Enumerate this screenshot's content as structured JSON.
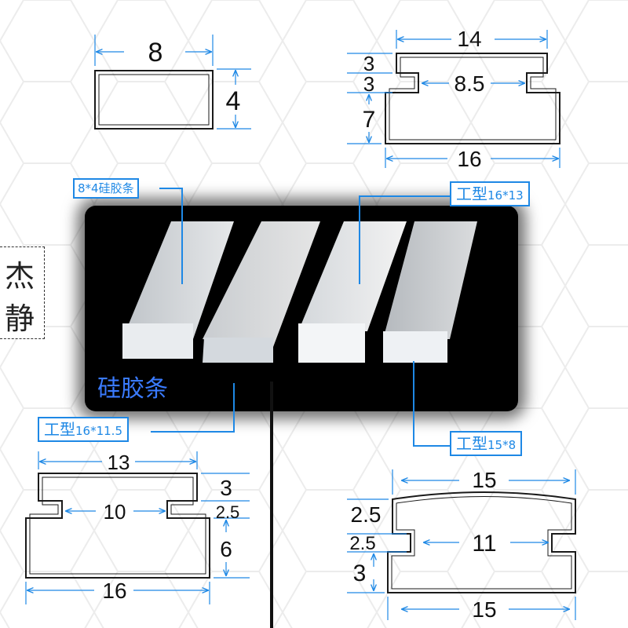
{
  "diagrams": {
    "rect_8x4": {
      "width": "8",
      "height": "4"
    },
    "i_16x13": {
      "top": "14",
      "neck": "8.5",
      "bottom": "16",
      "h1": "3",
      "h2": "3",
      "h3": "7"
    },
    "i_16x115": {
      "top": "13",
      "neck": "10",
      "bottom": "16",
      "h1": "3",
      "h2": "2.5",
      "h3": "6"
    },
    "i_15x8": {
      "top": "15",
      "neck": "11",
      "bottom": "15",
      "h1": "2.5",
      "h2": "2.5",
      "h3": "3"
    }
  },
  "callouts": {
    "rect": {
      "text": "8*4硅胶条"
    },
    "i1613": {
      "prefix": "工型",
      "suffix": "16*13"
    },
    "i16115": {
      "prefix": "工型",
      "suffix": "16*11.5"
    },
    "i158": {
      "prefix": "工型",
      "suffix": "15*8"
    }
  },
  "photo_overlay": "硅胶条",
  "stamp": {
    "char1": "杰",
    "char2": "静"
  },
  "colors": {
    "accent": "#1e88e5",
    "line": "#1a1a1a",
    "photo_bg": "#000000"
  }
}
